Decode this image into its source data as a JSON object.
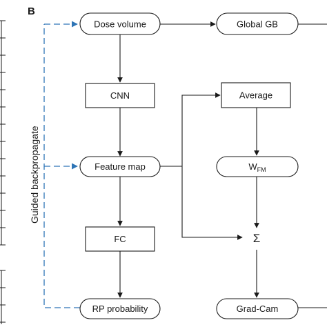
{
  "panel_label": "B",
  "side_label": "Guided backpropagate",
  "nodes": {
    "dose_volume": "Dose volume",
    "global_gb": "Global GB",
    "cnn": "CNN",
    "average": "Average",
    "feature_map": "Feature map",
    "wfm_base": "W",
    "wfm_sub": "FM",
    "sum": "Σ",
    "fc": "FC",
    "rp_probability": "RP probability",
    "grad_cam": "Grad-Cam"
  },
  "colors": {
    "line": "#1a1a1a",
    "dashed_arrow": "#2e75b6",
    "background": "#ffffff"
  }
}
